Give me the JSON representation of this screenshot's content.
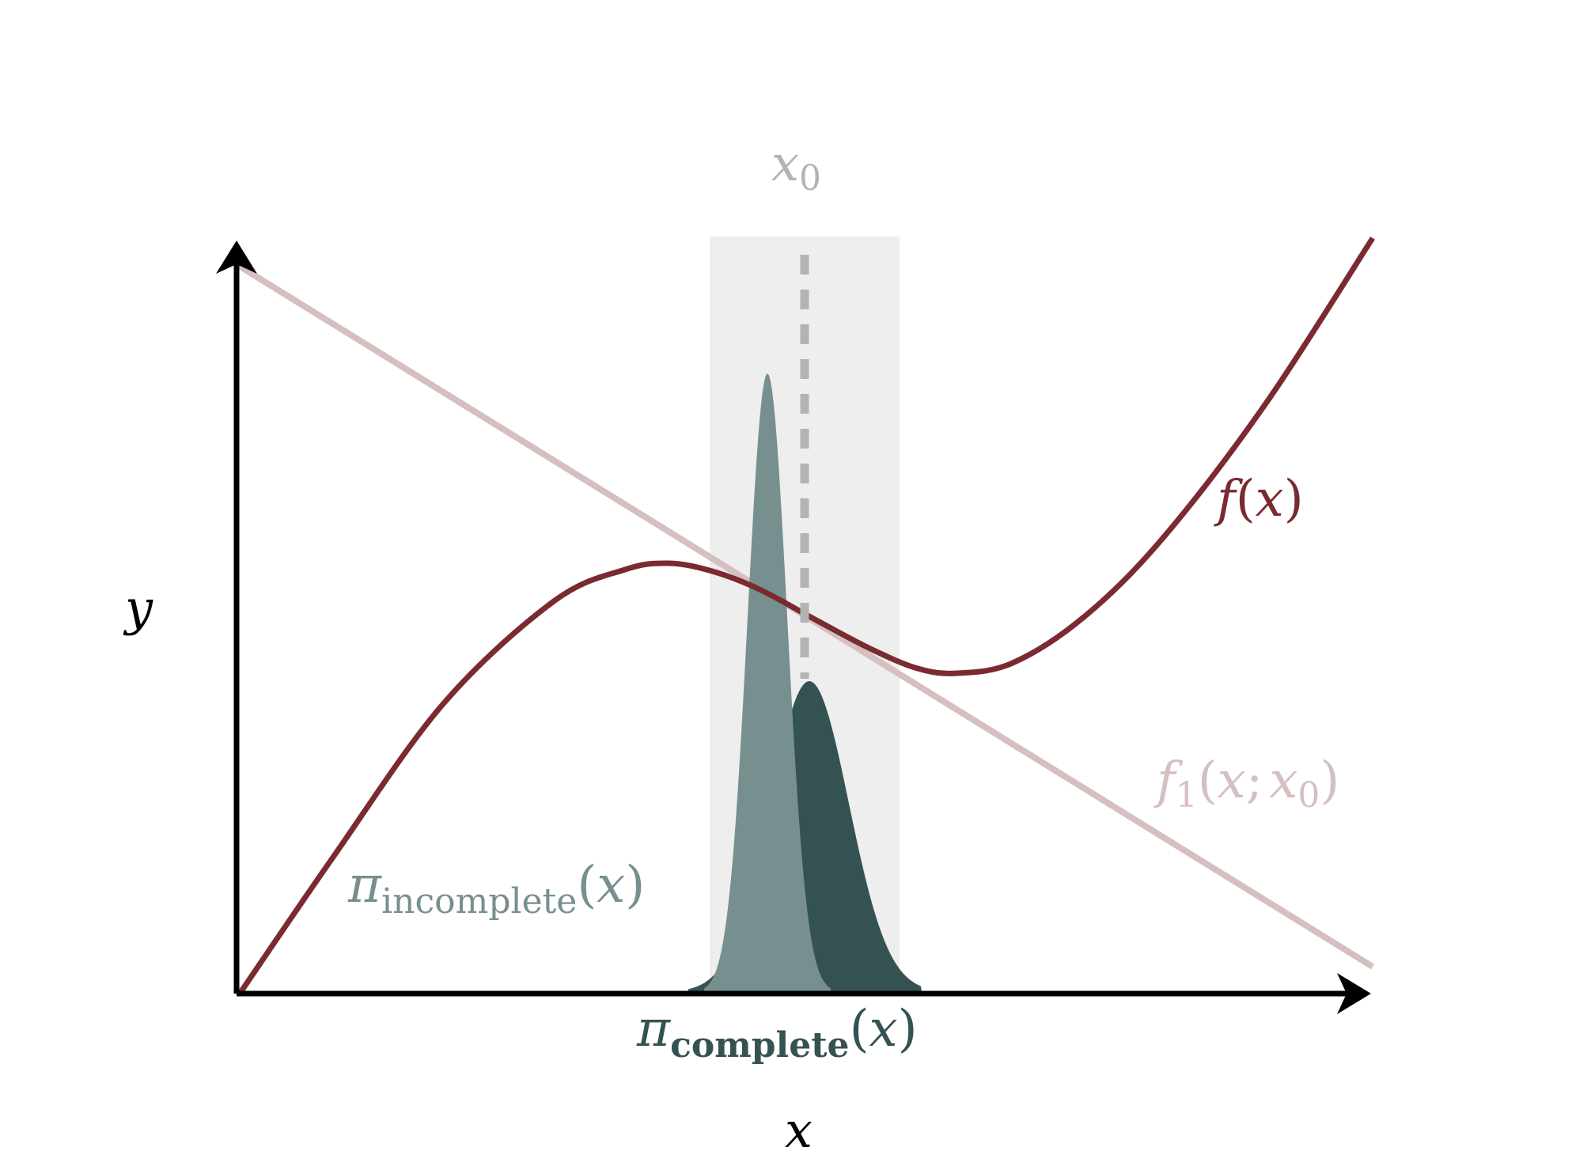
{
  "colors": {
    "background": "#ffffff",
    "axis": "#000000",
    "f_curve": "#7a2a30",
    "f1_line": "#d6bfbf",
    "pi_incomplete": "#778f8f",
    "pi_complete": "#355252",
    "x0_marker": "#b3b3b3",
    "x0_region": "#eeeeee"
  },
  "labels": {
    "x_axis": "x",
    "y_axis": "y",
    "x0": {
      "base": "x",
      "sub": "0"
    },
    "f": {
      "func": "f",
      "open": "(",
      "arg": "x",
      "close": ")"
    },
    "f1": {
      "func": "f",
      "sub": "1",
      "open": "(",
      "arg1": "x",
      "sep": ";",
      "arg2": "x",
      "arg2_sub": "0",
      "close": ")"
    },
    "pi_incomplete": {
      "symbol": "π",
      "sub": "incomplete",
      "open": "(",
      "arg": "x",
      "close": ")"
    },
    "pi_complete": {
      "symbol": "π",
      "sub": "complete",
      "open": "(",
      "arg": "x",
      "close": ")"
    }
  },
  "icons": {
    "x_axis_arrow": "arrowhead-right",
    "y_axis_arrow": "arrowhead-up"
  }
}
